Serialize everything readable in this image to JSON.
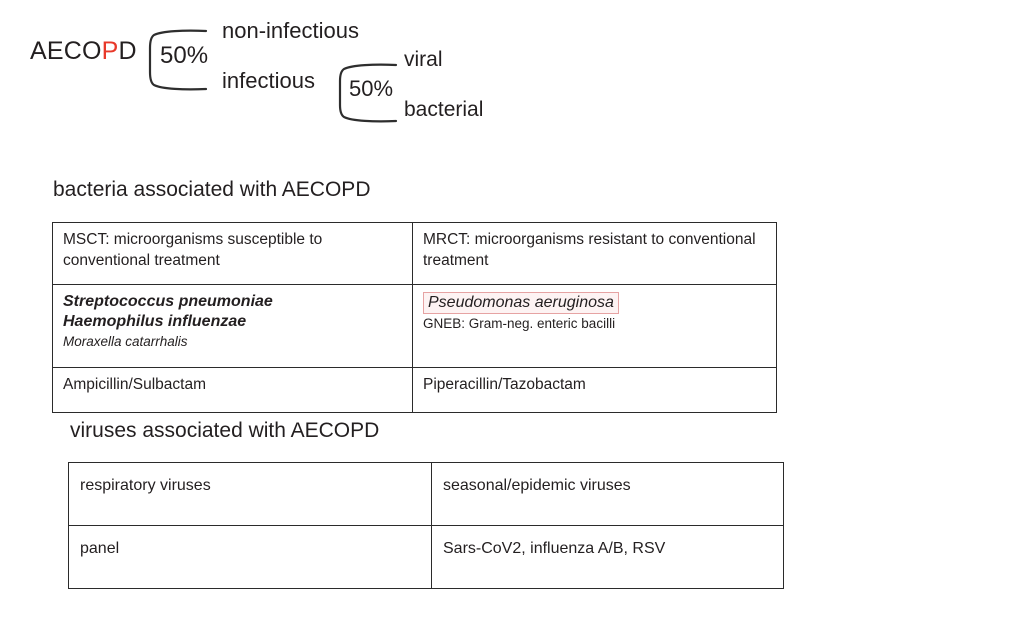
{
  "diagram": {
    "root": {
      "prefix": "AECO",
      "highlight": "P",
      "suffix": "D",
      "highlight_color": "#e8392a"
    },
    "split_1": {
      "percent": "50%",
      "branch_top": "non-infectious",
      "branch_bottom": "infectious"
    },
    "split_2": {
      "percent": "50%",
      "branch_top": "viral",
      "branch_bottom": "bacterial"
    }
  },
  "bacteria_section": {
    "title": "bacteria associated with AECOPD",
    "table": {
      "headers": [
        "MSCT: microorganisms susceptible to conventional treatment",
        "MRCT: microorganisms resistant to conventional treatment"
      ],
      "organisms_left": {
        "bold_italic": [
          "Streptococcus pneumoniae",
          "Haemophilus influenzae"
        ],
        "italic": [
          "Moraxella catarrhalis"
        ]
      },
      "organisms_right": {
        "highlighted": "Pseudomonas aeruginosa",
        "plain": "GNEB: Gram-neg. enteric bacilli"
      },
      "treatments": [
        "Ampicillin/Sulbactam",
        "Piperacillin/Tazobactam"
      ],
      "highlight_border_color": "#e6a3a3",
      "highlight_fill_color": "#fdf3f3"
    }
  },
  "viruses_section": {
    "title": "viruses associated with AECOPD",
    "table": {
      "headers": [
        "respiratory viruses",
        "seasonal/epidemic viruses"
      ],
      "row": [
        "panel",
        "Sars-CoV2, influenza A/B, RSV"
      ]
    }
  }
}
